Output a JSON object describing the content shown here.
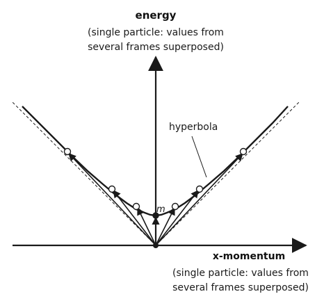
{
  "axes": {
    "y_label": "energy",
    "y_sublabel_line1": "(single particle: values from",
    "y_sublabel_line2": "several frames superposed)",
    "x_label": "x-momentum",
    "x_sublabel_line1": "(single particle: values from",
    "x_sublabel_line2": "several frames superposed)"
  },
  "annotations": {
    "curve_label": "hyperbola",
    "mass_label": "m"
  },
  "colors": {
    "ink": "#1a1a1a",
    "point_fill": "#ffffff"
  }
}
